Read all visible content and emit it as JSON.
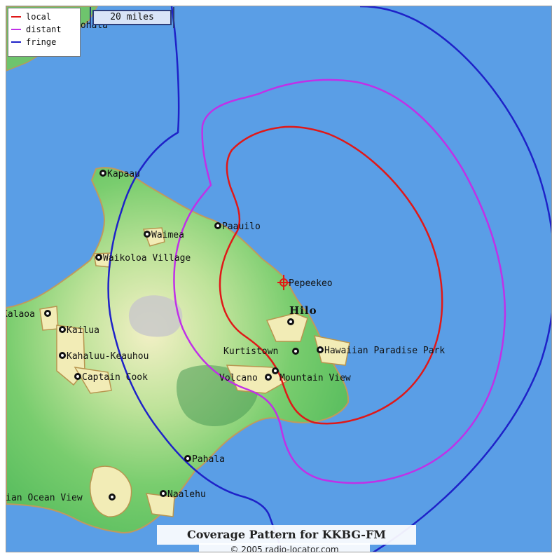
{
  "legend": {
    "items": [
      {
        "label": "local",
        "color": "#e01818"
      },
      {
        "label": "distant",
        "color": "#c030e8"
      },
      {
        "label": "fringe",
        "color": "#1e22c8"
      }
    ]
  },
  "scale_label": "20 miles",
  "places": [
    {
      "name": "Kapaau"
    },
    {
      "name": "Waimea"
    },
    {
      "name": "Paauilo"
    },
    {
      "name": "Waikoloa Village"
    },
    {
      "name": "Pepeekeo"
    },
    {
      "name": "Hilo"
    },
    {
      "name": "Kalaoa"
    },
    {
      "name": "Kailua"
    },
    {
      "name": "Kurtistown"
    },
    {
      "name": "Hawaiian Paradise Park"
    },
    {
      "name": "Kahaluu-Keauhou"
    },
    {
      "name": "Captain Cook"
    },
    {
      "name": "Volcano"
    },
    {
      "name": "Mountain View"
    },
    {
      "name": "Pahala"
    },
    {
      "name": "Hawaiian Ocean View"
    },
    {
      "name": "Naalehu"
    },
    {
      "name": "Kohala"
    }
  ],
  "title": "Coverage Pattern for KKBG-FM",
  "credit": "© 2005 radio-locator.com",
  "colors": {
    "ocean": "#5a9ee6",
    "land": "#6cc56c",
    "town": "#f2ecb6",
    "highland": "#e6e2b0"
  }
}
